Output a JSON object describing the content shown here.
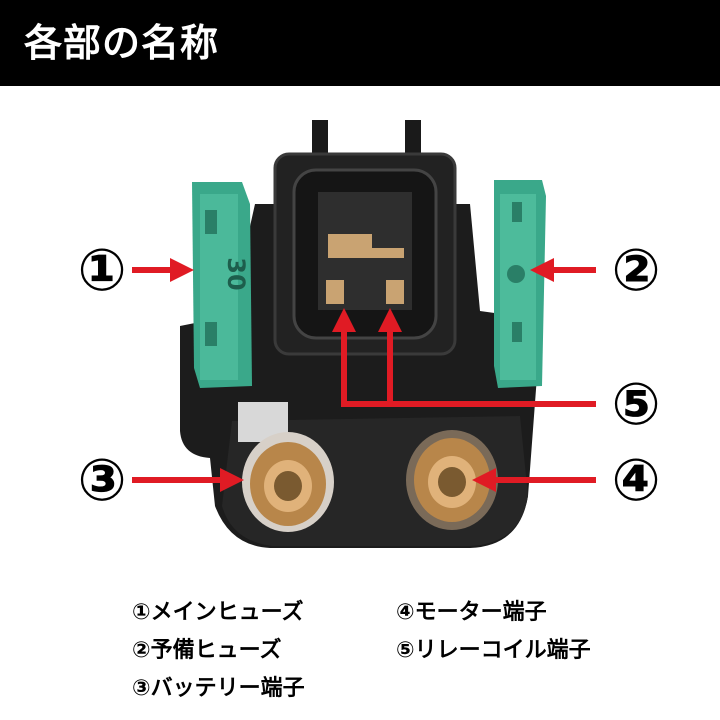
{
  "header": {
    "title": "各部の名称"
  },
  "callouts": {
    "c1": "①",
    "c2": "②",
    "c3": "③",
    "c4": "④",
    "c5": "⑤"
  },
  "fuse_label": "30",
  "legend": [
    "①メインヒューズ",
    "②予備ヒューズ",
    "③バッテリー端子",
    "④モーター端子",
    "⑤リレーコイル端子"
  ],
  "colors": {
    "header_bg": "#000000",
    "header_text": "#ffffff",
    "arrow": "#e01b24",
    "fuse": "#3aa88a",
    "body": "#1c1c1c",
    "terminal": "#b8864a"
  }
}
